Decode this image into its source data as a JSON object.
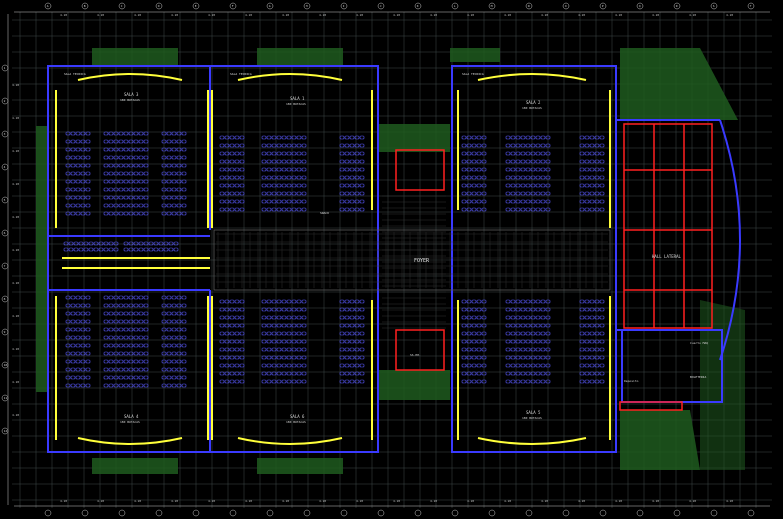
{
  "drawing": {
    "colors": {
      "background": "#000000",
      "grid": "#3f4a4a",
      "wall": "#3a3aff",
      "accent_wall": "#ffff3a",
      "seat": "#5a5aff",
      "red_frame": "#ff2020",
      "hatch_green": "#2f7a2f",
      "dimension": "#c8c8c8"
    },
    "labels": {
      "foyer": "FOYER",
      "sala_1": "SALA 1",
      "sala_2": "SALA 2",
      "sala_3": "SALA 3",
      "sala_4": "SALA 4",
      "sala_5": "SALA 5",
      "sala_6": "SALA 6",
      "sala_sub": "180 BUTACAS",
      "sala_tecnica": "SALA TECNICA",
      "hall_lateral": "HALL LATERAL",
      "boleteria": "BOLETERIA",
      "deposito": "Deposito",
      "snack": "SNACK",
      "ss_hh": "SS.HH.",
      "cuarto_maq": "Cuarto MAQ"
    },
    "axis_markers": {
      "top": [
        "A",
        "B",
        "C",
        "D",
        "E",
        "F",
        "G",
        "H",
        "I",
        "J",
        "K",
        "L",
        "M",
        "N",
        "O",
        "P",
        "Q",
        "R",
        "S",
        "T"
      ],
      "left": [
        "1",
        "2",
        "3",
        "4",
        "5",
        "6",
        "7",
        "8",
        "9",
        "10",
        "11",
        "12"
      ]
    },
    "dimension_values": {
      "top": [
        "4.20",
        "4.20",
        "4.20",
        "4.20",
        "4.20",
        "4.20",
        "4.20",
        "4.20",
        "4.20",
        "4.20",
        "4.20",
        "4.20",
        "4.20",
        "4.20",
        "4.20",
        "4.20",
        "4.20",
        "4.20",
        "4.20"
      ],
      "left": [
        "4.20",
        "4.20",
        "4.20",
        "4.20",
        "4.20",
        "4.20",
        "4.20",
        "4.20",
        "4.20",
        "4.20",
        "4.20"
      ]
    }
  }
}
